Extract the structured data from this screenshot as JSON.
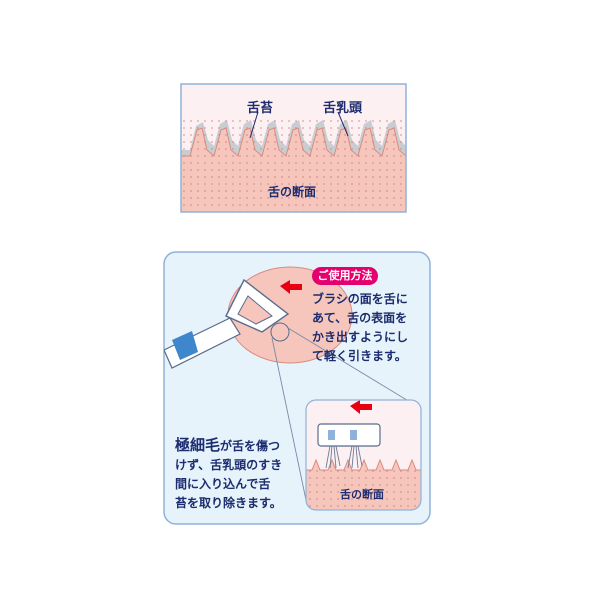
{
  "top": {
    "label_coating": "舌苔",
    "label_papillae": "舌乳頭",
    "label_cross_section": "舌の断面"
  },
  "usage": {
    "badge": "ご使用方法",
    "lines": [
      "ブラシの面を舌に",
      "あて、舌の表面を",
      "かき出すようにし",
      "て軽く引きます。"
    ]
  },
  "feature": {
    "em": "極細毛",
    "line1_rest": "が舌を傷つ",
    "lines": [
      "けず、舌乳頭のすき",
      "間に入り込んで舌",
      "苔を取り除きます。"
    ]
  },
  "zoom": {
    "label_cross_section": "舌の断面"
  },
  "colors": {
    "frame": "#8fb2d8",
    "panel_bg": "#e6f3fb",
    "tongue": "#f6c6bd",
    "coating": "#c9cdd2",
    "accent_pink": "#e4006e",
    "arrow_red": "#e60012",
    "text": "#1c2c6e"
  }
}
